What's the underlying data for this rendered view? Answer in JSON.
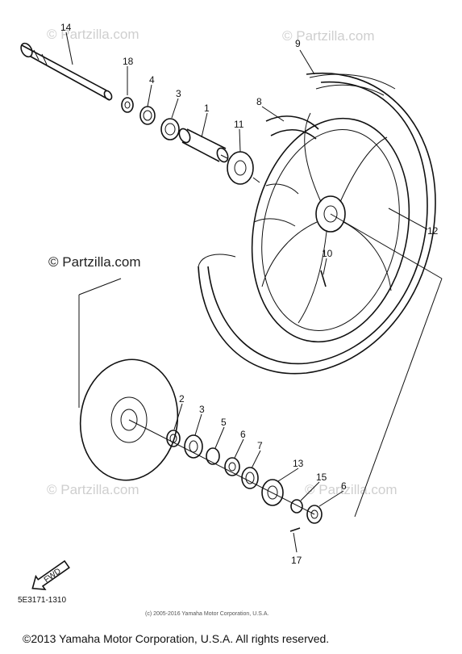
{
  "watermarks": {
    "top_left": "© Partzilla.com",
    "top_right": "© Partzilla.com",
    "middle_left": "© Partzilla.com",
    "bottom_left": "© Partzilla.com",
    "bottom_right": "© Partzilla.com"
  },
  "callouts": [
    {
      "id": "c14",
      "label": "14"
    },
    {
      "id": "c18",
      "label": "18"
    },
    {
      "id": "c4a",
      "label": "4"
    },
    {
      "id": "c3a",
      "label": "3"
    },
    {
      "id": "c1",
      "label": "1"
    },
    {
      "id": "c11",
      "label": "11"
    },
    {
      "id": "c8",
      "label": "8"
    },
    {
      "id": "c9",
      "label": "9"
    },
    {
      "id": "c12",
      "label": "12"
    },
    {
      "id": "c10",
      "label": "10"
    },
    {
      "id": "c2",
      "label": "2"
    },
    {
      "id": "c3b",
      "label": "3"
    },
    {
      "id": "c5",
      "label": "5"
    },
    {
      "id": "c6a",
      "label": "6"
    },
    {
      "id": "c7",
      "label": "7"
    },
    {
      "id": "c13",
      "label": "13"
    },
    {
      "id": "c15",
      "label": "15"
    },
    {
      "id": "c6b",
      "label": "6"
    },
    {
      "id": "c17",
      "label": "17"
    }
  ],
  "fwd_arrow": "FWD",
  "diagram_code": "5E3171-1310",
  "small_copyright": "(c) 2005-2016 Yamaha Motor Corporation, U.S.A.",
  "footer_copyright": "©2013 Yamaha Motor Corporation, U.S.A. All rights reserved."
}
